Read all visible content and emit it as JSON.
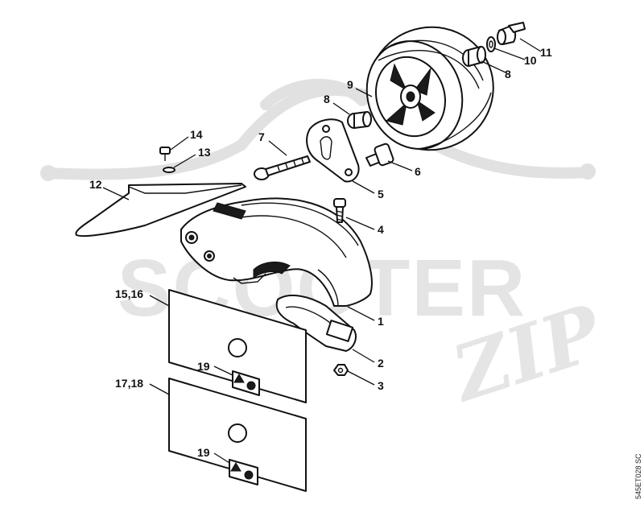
{
  "watermark": {
    "text": "SCOOTER",
    "script": "ZIP"
  },
  "drawing_code": "545ET028 SC",
  "callouts": [
    {
      "id": "c1",
      "label": "1"
    },
    {
      "id": "c2",
      "label": "2"
    },
    {
      "id": "c3",
      "label": "3"
    },
    {
      "id": "c4",
      "label": "4"
    },
    {
      "id": "c5",
      "label": "5"
    },
    {
      "id": "c6",
      "label": "6"
    },
    {
      "id": "c7",
      "label": "7"
    },
    {
      "id": "c8a",
      "label": "8"
    },
    {
      "id": "c8b",
      "label": "8"
    },
    {
      "id": "c9",
      "label": "9"
    },
    {
      "id": "c10",
      "label": "10"
    },
    {
      "id": "c11",
      "label": "11"
    },
    {
      "id": "c12",
      "label": "12"
    },
    {
      "id": "c13",
      "label": "13"
    },
    {
      "id": "c14",
      "label": "14"
    },
    {
      "id": "c1516",
      "label": "15,16"
    },
    {
      "id": "c1718",
      "label": "17,18"
    },
    {
      "id": "c19a",
      "label": "19"
    },
    {
      "id": "c19b",
      "label": "19"
    }
  ]
}
